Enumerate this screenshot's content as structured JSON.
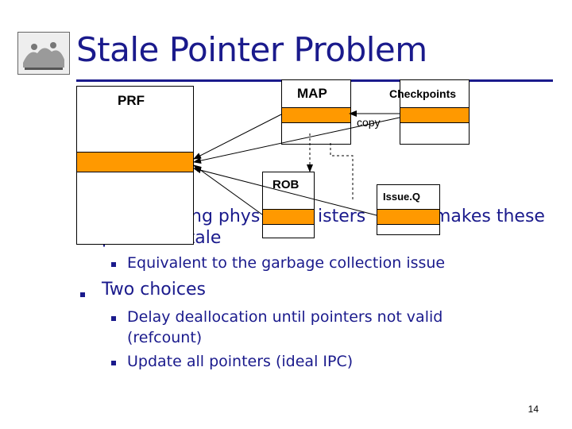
{
  "slide": {
    "title": "Stale Pointer Problem",
    "page_number": "14"
  },
  "diagram": {
    "prf_label": "PRF",
    "map_label": "MAP",
    "checkpoints_label": "Checkpoints",
    "copy_label": "copy",
    "rob_label": "ROB",
    "issueq_label": "Issue.Q"
  },
  "bullets": {
    "item1_visible_fragments": [
      "ng phys",
      "isters",
      "makes these"
    ],
    "item1_line2": "pointers stale",
    "item1_sub1": "Equivalent to the garbage collection issue",
    "item2": "Two choices",
    "item2_sub1_line1": "Delay deallocation until pointers not valid",
    "item2_sub1_line2": "(refcount)",
    "item2_sub2": "Update all pointers (ideal IPC)"
  },
  "colors": {
    "title_text": "#1a1a8c",
    "highlight_orange": "#ff9900"
  }
}
